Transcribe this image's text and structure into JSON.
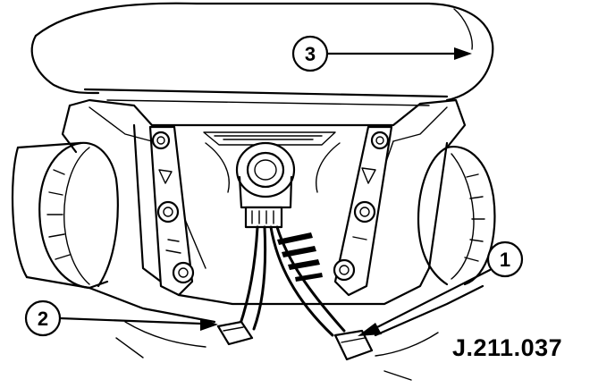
{
  "callouts": [
    {
      "id": "1",
      "label": "1"
    },
    {
      "id": "2",
      "label": "2"
    },
    {
      "id": "3",
      "label": "3"
    }
  ],
  "reference_code": "J.211.037"
}
